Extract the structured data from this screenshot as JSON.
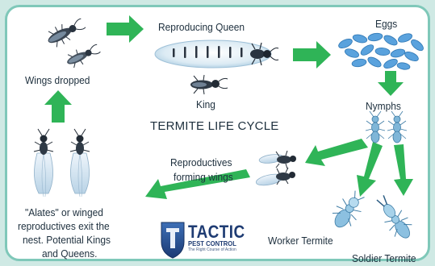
{
  "diagram": {
    "title": "TERMITE LIFE CYCLE",
    "stages": {
      "queen": "Reproducing Queen",
      "king": "King",
      "eggs": "Eggs",
      "nymphs": "Nymphs",
      "wings_dropped": "Wings dropped",
      "reproductives_line1": "Reproductives",
      "reproductives_line2": "forming wings",
      "alates_line1": "\"Alates\" or winged",
      "alates_line2": "reproductives exit the",
      "alates_line3": "nest. Potential Kings",
      "alates_line4": "and Queens.",
      "worker": "Worker Termite",
      "soldier": "Soldier Termite"
    },
    "colors": {
      "arrow": "#2fb457",
      "border": "#7fc8b9",
      "egg": "#5aa2dd",
      "termite_dark": "#2a3440",
      "termite_blue": "#7fb6d8",
      "text": "#1d2f3d"
    }
  },
  "logo": {
    "name": "TACTIC",
    "sub": "PEST CONTROL",
    "tagline": "The Right Course of Action"
  }
}
